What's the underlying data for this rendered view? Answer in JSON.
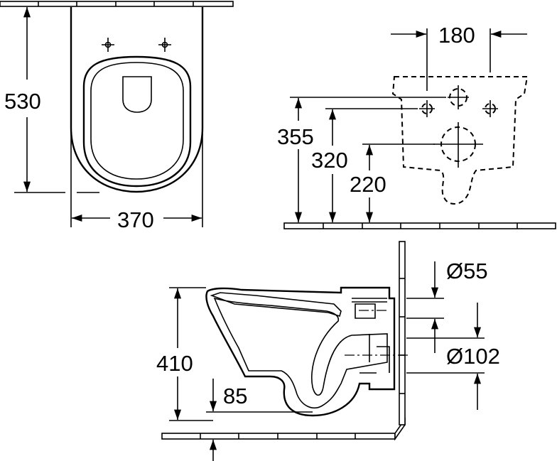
{
  "top_view": {
    "height_label": "530",
    "width_label": "370"
  },
  "front_wall_view": {
    "hole_spacing_label": "180",
    "height_355_label": "355",
    "height_320_label": "320",
    "height_220_label": "220"
  },
  "side_view": {
    "height_label": "410",
    "floor_gap_label": "85",
    "inlet_diameter_label": "Ø55",
    "outlet_diameter_label": "Ø102"
  },
  "colors": {
    "line": "#000000",
    "background": "#ffffff"
  }
}
